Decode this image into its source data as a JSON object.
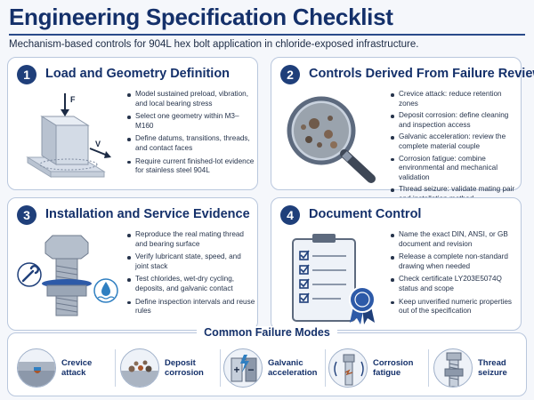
{
  "header": {
    "title": "Engineering Specification Checklist",
    "subtitle": "Mechanism-based controls for 904L hex bolt application in chloride-exposed infrastructure."
  },
  "cards": [
    {
      "number": "1",
      "title": "Load and Geometry Definition",
      "art_labels": {
        "force": "F",
        "shear": "V"
      },
      "bullets": [
        "Model sustained preload, vibration, and local bearing stress",
        "Select one geometry within M3–M160",
        "Define datums, transitions, threads, and contact faces",
        "Require current finished-lot evidence for stainless steel 904L"
      ]
    },
    {
      "number": "2",
      "title": "Controls Derived From Failure Review",
      "bullets": [
        "Crevice attack: reduce retention zones",
        "Deposit corrosion: define cleaning and inspection access",
        "Galvanic acceleration: review the complete material couple",
        "Corrosion fatigue: combine environmental and mechanical validation",
        "Thread seizure: validate mating pair and installation method"
      ]
    },
    {
      "number": "3",
      "title": "Installation and Service Evidence",
      "bullets": [
        "Reproduce the real mating thread and bearing surface",
        "Verify lubricant state, speed, and joint stack",
        "Test chlorides, wet-dry cycling, deposits, and galvanic contact",
        "Define inspection intervals and reuse rules"
      ]
    },
    {
      "number": "4",
      "title": "Document Control",
      "bullets": [
        "Name the exact DIN, ANSI, or GB document and revision",
        "Release a complete non-standard drawing when needed",
        "Check certificate LY203E5074Q status and scope",
        "Keep unverified numeric properties out of the specification"
      ]
    }
  ],
  "failure_modes": {
    "heading": "Common Failure Modes",
    "items": [
      {
        "label": "Crevice attack",
        "icon": "crevice-icon"
      },
      {
        "label": "Deposit corrosion",
        "icon": "deposit-icon"
      },
      {
        "label": "Galvanic acceleration",
        "icon": "galvanic-icon",
        "glyphs": {
          "plus": "+",
          "minus": "−"
        }
      },
      {
        "label": "Corrosion fatigue",
        "icon": "fatigue-icon"
      },
      {
        "label": "Thread seizure",
        "icon": "thread-seizure-icon"
      }
    ]
  },
  "colors": {
    "brand": "#14306a",
    "accent": "#1f3f7a",
    "border": "#b9c7dd",
    "steel": "#9aa6b6",
    "water": "#2f7fc1",
    "rust": "#a8552a",
    "seal": "#2d5aa8"
  }
}
